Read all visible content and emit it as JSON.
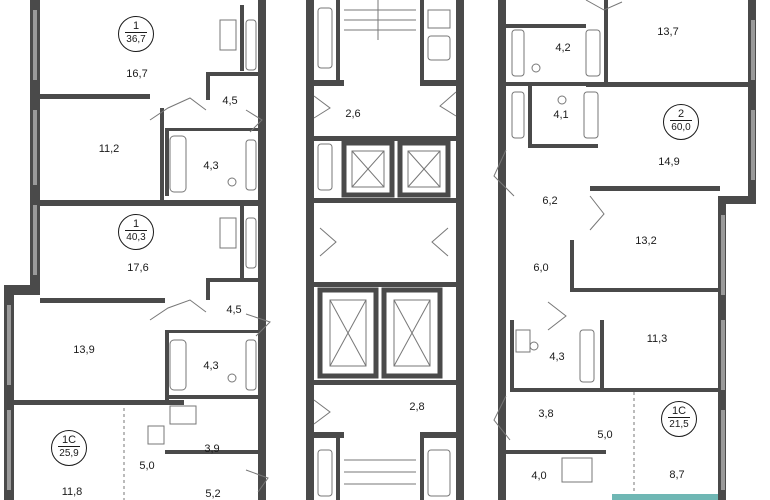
{
  "apartments": [
    {
      "rooms": "1",
      "area": "36,7"
    },
    {
      "rooms": "1",
      "area": "40,3"
    },
    {
      "rooms": "1С",
      "area": "25,9"
    },
    {
      "rooms": "2",
      "area": "60,0"
    },
    {
      "rooms": "1С",
      "area": "21,5"
    }
  ],
  "rooms": [
    "16,7",
    "4,5",
    "11,2",
    "4,3",
    "17,6",
    "4,5",
    "13,9",
    "4,3",
    "3,9",
    "5,0",
    "11,8",
    "5,2",
    "2,6",
    "2,8",
    "4,2",
    "13,7",
    "4,1",
    "14,9",
    "6,2",
    "13,2",
    "6,0",
    "4,3",
    "11,3",
    "3,8",
    "5,0",
    "4,0",
    "8,7"
  ],
  "colors": {
    "wall": "#4a4a4a",
    "window": "#9a9a9a",
    "fixture": "#777777",
    "text": "#1a1a1a",
    "accent": "#6fb7b4"
  }
}
